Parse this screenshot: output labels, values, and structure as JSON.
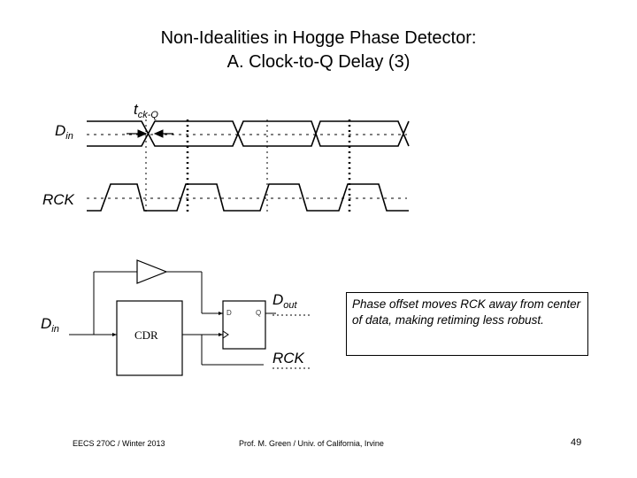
{
  "slide": {
    "title_line1": "Non-Idealities in Hogge Phase Detector:",
    "title_line2": "A.  Clock-to-Q Delay (3)"
  },
  "timing": {
    "din_label": "D",
    "din_sub": "in",
    "tclk_label": "t",
    "tclk_sub": "ck-Q",
    "rck_label": "RCK"
  },
  "circuit": {
    "din_label": "D",
    "din_sub": "in",
    "cdr_label": "CDR",
    "ff_d": "D",
    "ff_q": "Q",
    "dout_label": "D",
    "dout_sub": "out",
    "rck_label": "RCK"
  },
  "note": {
    "text": "Phase offset moves RCK away from center of data, making retiming less robust."
  },
  "footer": {
    "course": "EECS 270C / Winter 2013",
    "author": "Prof. M. Green / Univ. of California, Irvine",
    "page": "49"
  }
}
